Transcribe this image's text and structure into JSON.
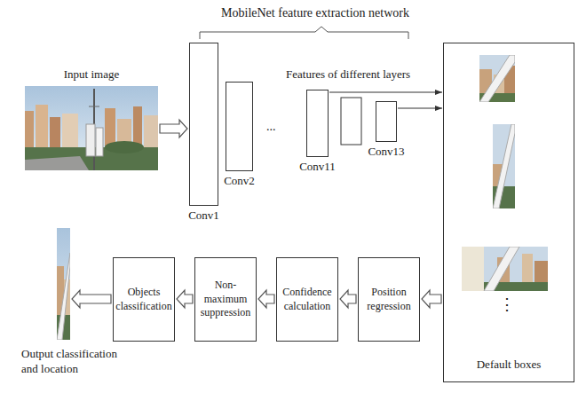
{
  "diagram": {
    "title": "MobileNet feature extraction network",
    "nodes": [
      {
        "text": [
          "Input image"
        ]
      },
      {
        "text": [
          "Conv1"
        ]
      },
      {
        "text": [
          "Conv2"
        ]
      },
      {
        "text": [
          "Conv11"
        ]
      },
      {
        "text": [
          "Conv13"
        ]
      },
      {
        "text": [
          "Default boxes"
        ]
      },
      {
        "text": [
          "Objects classification"
        ]
      },
      {
        "text": [
          "Non-maximum suppression"
        ]
      },
      {
        "text": [
          "Confidence calculation"
        ]
      },
      {
        "text": [
          "Position regression"
        ]
      },
      {
        "text": [
          "Output classification and location"
        ]
      }
    ],
    "edges": [
      {
        "from": 0,
        "to": 1,
        "arrow": "to"
      },
      {
        "from": 3,
        "to": 5,
        "arrow": "to"
      },
      {
        "from": 4,
        "to": 5,
        "arrow": "to"
      },
      {
        "from": 5,
        "to": 9,
        "arrow": "to"
      },
      {
        "from": 9,
        "to": 8,
        "arrow": "to"
      },
      {
        "from": 8,
        "to": 7,
        "arrow": "to"
      },
      {
        "from": 7,
        "to": 6,
        "arrow": "to"
      },
      {
        "from": 6,
        "to": 10,
        "arrow": "to"
      }
    ],
    "labels": [
      "Features of different layers",
      "...",
      "⋮"
    ]
  }
}
